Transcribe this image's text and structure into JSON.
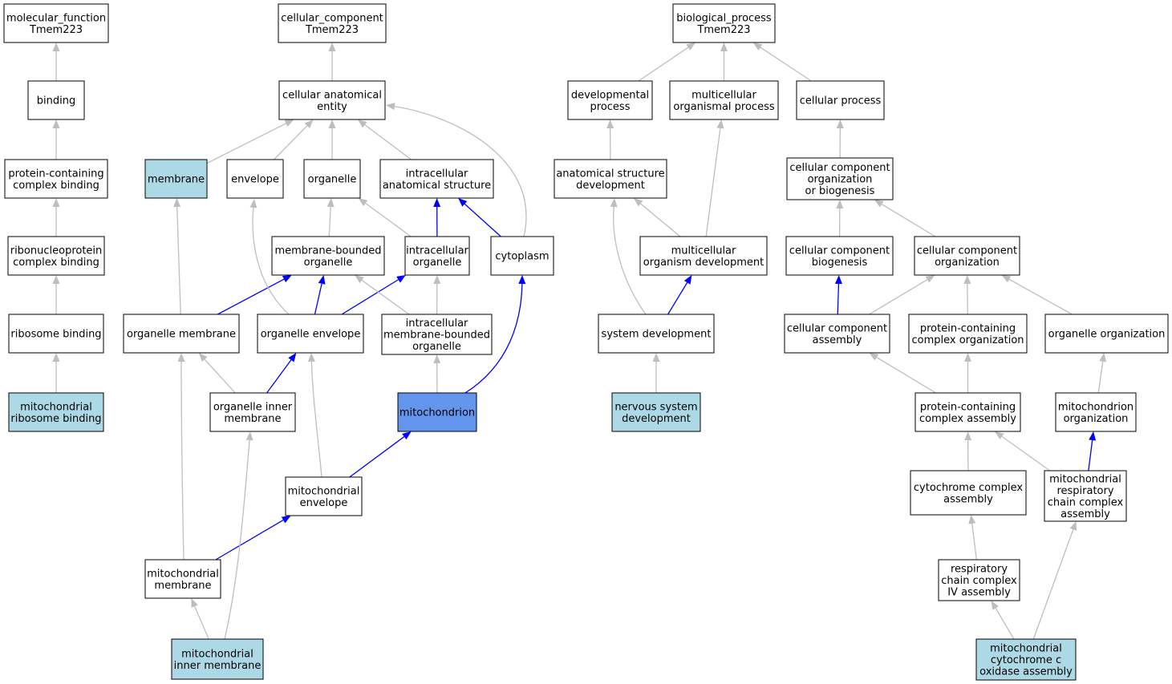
{
  "colors": {
    "node_fill_default": "#ffffff",
    "node_fill_annotated": "#add8e6",
    "node_fill_focus": "#6495ed",
    "edge_gray": "#bebebe",
    "edge_blue": "#0000ff"
  },
  "nodes": [
    {
      "id": "mf_root",
      "lines": [
        "molecular_function",
        "Tmem223"
      ],
      "fill": "default"
    },
    {
      "id": "binding",
      "lines": [
        "binding"
      ],
      "fill": "default"
    },
    {
      "id": "protein_containing_complex_binding",
      "lines": [
        "protein-containing",
        "complex binding"
      ],
      "fill": "default"
    },
    {
      "id": "ribonucleoprotein_complex_binding",
      "lines": [
        "ribonucleoprotein",
        "complex binding"
      ],
      "fill": "default"
    },
    {
      "id": "ribosome_binding",
      "lines": [
        "ribosome binding"
      ],
      "fill": "default"
    },
    {
      "id": "mitochondrial_ribosome_binding",
      "lines": [
        "mitochondrial",
        "ribosome binding"
      ],
      "fill": "annotated"
    },
    {
      "id": "cc_root",
      "lines": [
        "cellular_component",
        "Tmem223"
      ],
      "fill": "default"
    },
    {
      "id": "cellular_anatomical_entity",
      "lines": [
        "cellular anatomical",
        "entity"
      ],
      "fill": "default"
    },
    {
      "id": "membrane",
      "lines": [
        "membrane"
      ],
      "fill": "annotated"
    },
    {
      "id": "envelope",
      "lines": [
        "envelope"
      ],
      "fill": "default"
    },
    {
      "id": "organelle",
      "lines": [
        "organelle"
      ],
      "fill": "default"
    },
    {
      "id": "intracellular_anatomical_structure",
      "lines": [
        "intracellular",
        "anatomical structure"
      ],
      "fill": "default"
    },
    {
      "id": "membrane_bounded_organelle",
      "lines": [
        "membrane-bounded",
        "organelle"
      ],
      "fill": "default"
    },
    {
      "id": "intracellular_organelle",
      "lines": [
        "intracellular",
        "organelle"
      ],
      "fill": "default"
    },
    {
      "id": "cytoplasm",
      "lines": [
        "cytoplasm"
      ],
      "fill": "default"
    },
    {
      "id": "organelle_membrane",
      "lines": [
        "organelle membrane"
      ],
      "fill": "default"
    },
    {
      "id": "organelle_envelope",
      "lines": [
        "organelle envelope"
      ],
      "fill": "default"
    },
    {
      "id": "intracellular_membrane_bounded_organelle",
      "lines": [
        "intracellular",
        "membrane-bounded",
        "organelle"
      ],
      "fill": "default"
    },
    {
      "id": "organelle_inner_membrane",
      "lines": [
        "organelle inner",
        "membrane"
      ],
      "fill": "default"
    },
    {
      "id": "mitochondrion",
      "lines": [
        "mitochondrion"
      ],
      "fill": "focus"
    },
    {
      "id": "mitochondrial_envelope",
      "lines": [
        "mitochondrial",
        "envelope"
      ],
      "fill": "default"
    },
    {
      "id": "mitochondrial_membrane",
      "lines": [
        "mitochondrial",
        "membrane"
      ],
      "fill": "default"
    },
    {
      "id": "mitochondrial_inner_membrane",
      "lines": [
        "mitochondrial",
        "inner membrane"
      ],
      "fill": "annotated"
    },
    {
      "id": "bp_root",
      "lines": [
        "biological_process",
        "Tmem223"
      ],
      "fill": "default"
    },
    {
      "id": "developmental_process",
      "lines": [
        "developmental",
        "process"
      ],
      "fill": "default"
    },
    {
      "id": "multicellular_organismal_process",
      "lines": [
        "multicellular",
        "organismal process"
      ],
      "fill": "default"
    },
    {
      "id": "cellular_process",
      "lines": [
        "cellular process"
      ],
      "fill": "default"
    },
    {
      "id": "anatomical_structure_development",
      "lines": [
        "anatomical structure",
        "development"
      ],
      "fill": "default"
    },
    {
      "id": "multicellular_organism_development",
      "lines": [
        "multicellular",
        "organism development"
      ],
      "fill": "default"
    },
    {
      "id": "system_development",
      "lines": [
        "system development"
      ],
      "fill": "default"
    },
    {
      "id": "nervous_system_development",
      "lines": [
        "nervous system",
        "development"
      ],
      "fill": "annotated"
    },
    {
      "id": "ccob",
      "lines": [
        "cellular component",
        "organization",
        "or biogenesis"
      ],
      "fill": "default"
    },
    {
      "id": "cc_biogenesis",
      "lines": [
        "cellular component",
        "biogenesis"
      ],
      "fill": "default"
    },
    {
      "id": "cc_organization",
      "lines": [
        "cellular component",
        "organization"
      ],
      "fill": "default"
    },
    {
      "id": "cc_assembly",
      "lines": [
        "cellular component",
        "assembly"
      ],
      "fill": "default"
    },
    {
      "id": "protein_containing_complex_organization",
      "lines": [
        "protein-containing",
        "complex organization"
      ],
      "fill": "default"
    },
    {
      "id": "organelle_organization",
      "lines": [
        "organelle organization"
      ],
      "fill": "default"
    },
    {
      "id": "protein_containing_complex_assembly",
      "lines": [
        "protein-containing",
        "complex assembly"
      ],
      "fill": "default"
    },
    {
      "id": "mitochondrion_organization",
      "lines": [
        "mitochondrion",
        "organization"
      ],
      "fill": "default"
    },
    {
      "id": "cytochrome_complex_assembly",
      "lines": [
        "cytochrome complex",
        "assembly"
      ],
      "fill": "default"
    },
    {
      "id": "mito_resp_chain_complex_assembly",
      "lines": [
        "mitochondrial",
        "respiratory",
        "chain complex",
        "assembly"
      ],
      "fill": "default"
    },
    {
      "id": "resp_chain_complex_iv_assembly",
      "lines": [
        "respiratory",
        "chain complex",
        "IV assembly"
      ],
      "fill": "default"
    },
    {
      "id": "mito_cyt_c_oxidase_assembly",
      "lines": [
        "mitochondrial",
        "cytochrome c",
        "oxidase assembly"
      ],
      "fill": "annotated"
    }
  ],
  "edges": [
    {
      "from": "binding",
      "to": "mf_root",
      "color": "gray"
    },
    {
      "from": "protein_containing_complex_binding",
      "to": "binding",
      "color": "gray"
    },
    {
      "from": "ribonucleoprotein_complex_binding",
      "to": "protein_containing_complex_binding",
      "color": "gray"
    },
    {
      "from": "ribosome_binding",
      "to": "ribonucleoprotein_complex_binding",
      "color": "gray"
    },
    {
      "from": "mitochondrial_ribosome_binding",
      "to": "ribosome_binding",
      "color": "gray"
    },
    {
      "from": "cellular_anatomical_entity",
      "to": "cc_root",
      "color": "gray"
    },
    {
      "from": "membrane",
      "to": "cellular_anatomical_entity",
      "color": "gray"
    },
    {
      "from": "envelope",
      "to": "cellular_anatomical_entity",
      "color": "gray"
    },
    {
      "from": "organelle",
      "to": "cellular_anatomical_entity",
      "color": "gray"
    },
    {
      "from": "intracellular_anatomical_structure",
      "to": "cellular_anatomical_entity",
      "color": "gray"
    },
    {
      "from": "cytoplasm",
      "to": "cellular_anatomical_entity",
      "color": "gray"
    },
    {
      "from": "membrane_bounded_organelle",
      "to": "organelle",
      "color": "gray"
    },
    {
      "from": "intracellular_organelle",
      "to": "organelle",
      "color": "gray"
    },
    {
      "from": "intracellular_organelle",
      "to": "intracellular_anatomical_structure",
      "color": "blue"
    },
    {
      "from": "cytoplasm",
      "to": "intracellular_anatomical_structure",
      "color": "blue"
    },
    {
      "from": "organelle_membrane",
      "to": "membrane",
      "color": "gray"
    },
    {
      "from": "organelle_membrane",
      "to": "membrane_bounded_organelle",
      "color": "blue"
    },
    {
      "from": "organelle_envelope",
      "to": "envelope",
      "color": "gray"
    },
    {
      "from": "organelle_envelope",
      "to": "membrane_bounded_organelle",
      "color": "blue"
    },
    {
      "from": "organelle_envelope",
      "to": "intracellular_organelle",
      "color": "blue"
    },
    {
      "from": "intracellular_membrane_bounded_organelle",
      "to": "membrane_bounded_organelle",
      "color": "gray"
    },
    {
      "from": "intracellular_membrane_bounded_organelle",
      "to": "intracellular_organelle",
      "color": "gray"
    },
    {
      "from": "organelle_inner_membrane",
      "to": "organelle_membrane",
      "color": "gray"
    },
    {
      "from": "organelle_inner_membrane",
      "to": "organelle_envelope",
      "color": "blue"
    },
    {
      "from": "mitochondrion",
      "to": "intracellular_membrane_bounded_organelle",
      "color": "gray"
    },
    {
      "from": "mitochondrion",
      "to": "cytoplasm",
      "color": "blue"
    },
    {
      "from": "mitochondrial_envelope",
      "to": "organelle_envelope",
      "color": "gray"
    },
    {
      "from": "mitochondrial_envelope",
      "to": "mitochondrion",
      "color": "blue"
    },
    {
      "from": "mitochondrial_membrane",
      "to": "organelle_membrane",
      "color": "gray"
    },
    {
      "from": "mitochondrial_membrane",
      "to": "mitochondrial_envelope",
      "color": "blue"
    },
    {
      "from": "mitochondrial_inner_membrane",
      "to": "mitochondrial_membrane",
      "color": "gray"
    },
    {
      "from": "mitochondrial_inner_membrane",
      "to": "organelle_inner_membrane",
      "color": "gray"
    },
    {
      "from": "developmental_process",
      "to": "bp_root",
      "color": "gray"
    },
    {
      "from": "multicellular_organismal_process",
      "to": "bp_root",
      "color": "gray"
    },
    {
      "from": "cellular_process",
      "to": "bp_root",
      "color": "gray"
    },
    {
      "from": "anatomical_structure_development",
      "to": "developmental_process",
      "color": "gray"
    },
    {
      "from": "multicellular_organism_development",
      "to": "anatomical_structure_development",
      "color": "gray"
    },
    {
      "from": "multicellular_organism_development",
      "to": "multicellular_organismal_process",
      "color": "gray"
    },
    {
      "from": "system_development",
      "to": "anatomical_structure_development",
      "color": "gray"
    },
    {
      "from": "system_development",
      "to": "multicellular_organism_development",
      "color": "blue"
    },
    {
      "from": "nervous_system_development",
      "to": "system_development",
      "color": "gray"
    },
    {
      "from": "ccob",
      "to": "cellular_process",
      "color": "gray"
    },
    {
      "from": "cc_biogenesis",
      "to": "ccob",
      "color": "gray"
    },
    {
      "from": "cc_organization",
      "to": "ccob",
      "color": "gray"
    },
    {
      "from": "cc_assembly",
      "to": "cc_biogenesis",
      "color": "blue"
    },
    {
      "from": "cc_assembly",
      "to": "cc_organization",
      "color": "gray"
    },
    {
      "from": "protein_containing_complex_organization",
      "to": "cc_organization",
      "color": "gray"
    },
    {
      "from": "organelle_organization",
      "to": "cc_organization",
      "color": "gray"
    },
    {
      "from": "protein_containing_complex_assembly",
      "to": "cc_assembly",
      "color": "gray"
    },
    {
      "from": "protein_containing_complex_assembly",
      "to": "protein_containing_complex_organization",
      "color": "gray"
    },
    {
      "from": "mitochondrion_organization",
      "to": "organelle_organization",
      "color": "gray"
    },
    {
      "from": "cytochrome_complex_assembly",
      "to": "protein_containing_complex_assembly",
      "color": "gray"
    },
    {
      "from": "mito_resp_chain_complex_assembly",
      "to": "protein_containing_complex_assembly",
      "color": "gray"
    },
    {
      "from": "mito_resp_chain_complex_assembly",
      "to": "mitochondrion_organization",
      "color": "blue"
    },
    {
      "from": "resp_chain_complex_iv_assembly",
      "to": "cytochrome_complex_assembly",
      "color": "gray"
    },
    {
      "from": "mito_cyt_c_oxidase_assembly",
      "to": "resp_chain_complex_iv_assembly",
      "color": "gray"
    },
    {
      "from": "mito_cyt_c_oxidase_assembly",
      "to": "mito_resp_chain_complex_assembly",
      "color": "gray"
    }
  ]
}
